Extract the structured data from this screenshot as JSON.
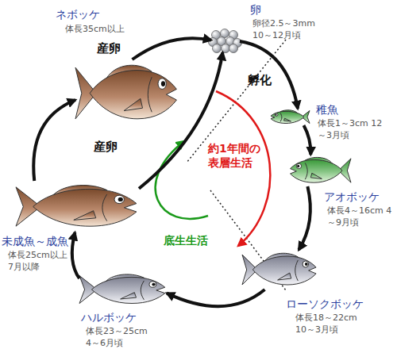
{
  "diagram": {
    "nodes": [
      {
        "text": [
          "ネボッケ",
          "体長35cm以上"
        ]
      },
      {
        "text": [
          "卵",
          "卵径2.5～3mm 10～12月頃"
        ]
      },
      {
        "text": [
          "稚魚",
          "体長1～3cm 12～3月頃"
        ]
      },
      {
        "text": [
          "アオボッケ",
          "体長4～16cm 4～9月頃"
        ]
      },
      {
        "text": [
          "未成魚～成魚",
          "体長25cm以上 7月以降"
        ]
      },
      {
        "text": [
          "ローソクボッケ",
          "体長18～22cm 10～3月頃"
        ]
      },
      {
        "text": [
          "ハルボッケ",
          "体長23～25cm 4～6月頃"
        ]
      }
    ],
    "edges": [
      {
        "from": 0,
        "to": 1,
        "label": "産卵",
        "arrow": "to"
      },
      {
        "from": 1,
        "to": 2,
        "label": "孵化",
        "arrow": "to"
      },
      {
        "from": 2,
        "to": 3,
        "arrow": "to"
      },
      {
        "from": 3,
        "to": 5,
        "arrow": "to"
      },
      {
        "from": 5,
        "to": 6,
        "arrow": "to"
      },
      {
        "from": 6,
        "to": 4,
        "arrow": "to"
      },
      {
        "from": 4,
        "to": 0,
        "arrow": "to"
      },
      {
        "from": 4,
        "to": 1,
        "label": "産卵",
        "arrow": "to"
      }
    ],
    "labels": [
      "約1年間の表層生活",
      "底生生活"
    ]
  }
}
